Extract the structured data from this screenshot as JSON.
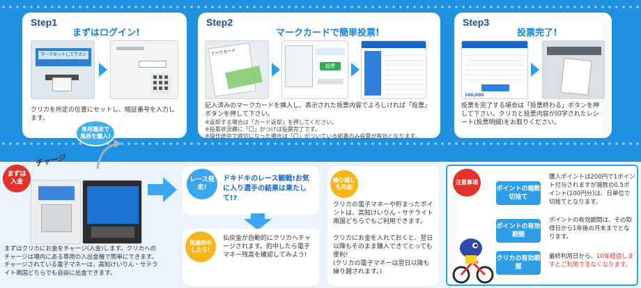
{
  "steps": [
    {
      "label": "Step1",
      "title": "まずはログイン!",
      "text": "クリカを所定の位置にセットし、暗証番号を入力します。"
    },
    {
      "label": "Step2",
      "title": "マークカードで簡単投票!",
      "text": "記入済みのマークカードを挿入し、表示された投票内容でよろしければ「投票」ボタンを押して下さい。",
      "notes": [
        "※返却する場合は「カード返却」を押してください。",
        "※投票状況欄に「〇」がつけば投票完了です。",
        "※操作途中で締切になった場合は「〇」がついている組番のみ投票が有効となります。"
      ]
    },
    {
      "label": "Step3",
      "title": "投票完了!",
      "text": "投票を完了する場合は「投票終わる」ボタンを押して下さい。クリカと投票内容が印字されたレシート(投票明細)をお取りください。"
    }
  ],
  "screens": {
    "step1_machine_text": "マークセットして下さい",
    "step2_card_label": "マークカード",
    "step2_button": "投票",
    "step3_amount": "100,000"
  },
  "charge": {
    "badge": "まずは入金",
    "tag": "チャージ",
    "bubble": "専用端末で馬券を購入!",
    "text": "まずはクリカにお金をチャージ(入金)します。クリカへのチャージは場内にある専用の入出金機で簡単にできます。チャージされている電子マネーは、高知けいりん・サテライト南国どちらでも自由に出金できます。"
  },
  "race": {
    "badge": "レース発走!",
    "text": "ドキドキのレース観戦!お気に入り選手の結果は果たして!?"
  },
  "win": {
    "badge": "見事的中したら!",
    "text": "払戻金が自動的にクリカへチャージされます。的中したら電子マネー残高を確認してみよう!"
  },
  "carry": {
    "badge": "繰り越しも可能",
    "text1": "クリカの電子マネーや貯まったポイントは、高知けいりん・サテライト南国どちらでもご利用できます。",
    "text2": "クリカにお金を入れておくと、翌日以降もそのまま購入できてとっても便利!",
    "text3": "(クリカの電子マネーは翌日以降も繰り越されます。)"
  },
  "caution": {
    "badge": "注意事項",
    "rows": [
      {
        "label": "ポイントの端数切捨て",
        "text": "購入ポイントは200円で1ポイント付与されますが端数の0.5ポイント(100円分)は、日単位で切捨てとなります。"
      },
      {
        "label": "ポイントの有効期間",
        "text": "ポイントの有効期間は、その取得日から1年後の月末までとなります。"
      },
      {
        "label": "クリカの有効期間",
        "text_a": "最終利用日から、",
        "text_b": "10年経過しますとご利用できなくなります。"
      }
    ]
  },
  "colors": {
    "primary_blue": "#1f8fe0",
    "accent_red": "#e4312b",
    "badge_yellow": "#f5b51b"
  }
}
